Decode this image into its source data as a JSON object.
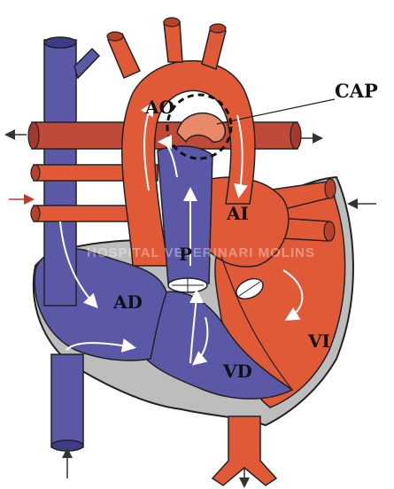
{
  "labels": {
    "ao": "AO",
    "cap": "CAP",
    "ai": "AI",
    "p": "P",
    "ad": "AD",
    "vi": "VI",
    "vd": "VD"
  },
  "watermark": "HOSPITAL VETERINARI MOLINS",
  "colors": {
    "arterial": "#e05a38",
    "arterial_dark": "#b8412a",
    "venous": "#5b58a8",
    "venous_dark": "#3f3c86",
    "wall": "#bdbdbd",
    "wall_dark": "#8f8f8f",
    "outline": "#222222"
  }
}
